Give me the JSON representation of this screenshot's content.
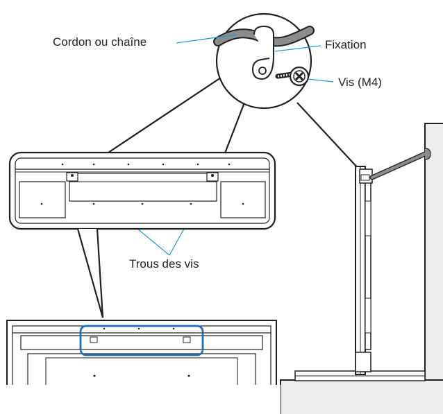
{
  "labels": {
    "cord": "Cordon ou chaîne",
    "clamp": "Fixation",
    "screw": "Vis (M4)",
    "holes": "Trous des vis"
  },
  "colors": {
    "line": "#231f20",
    "leader": "#1c9ad6",
    "highlight": "#1f6fb5",
    "cord": "#8c8c8c",
    "wall": "#ededed"
  }
}
